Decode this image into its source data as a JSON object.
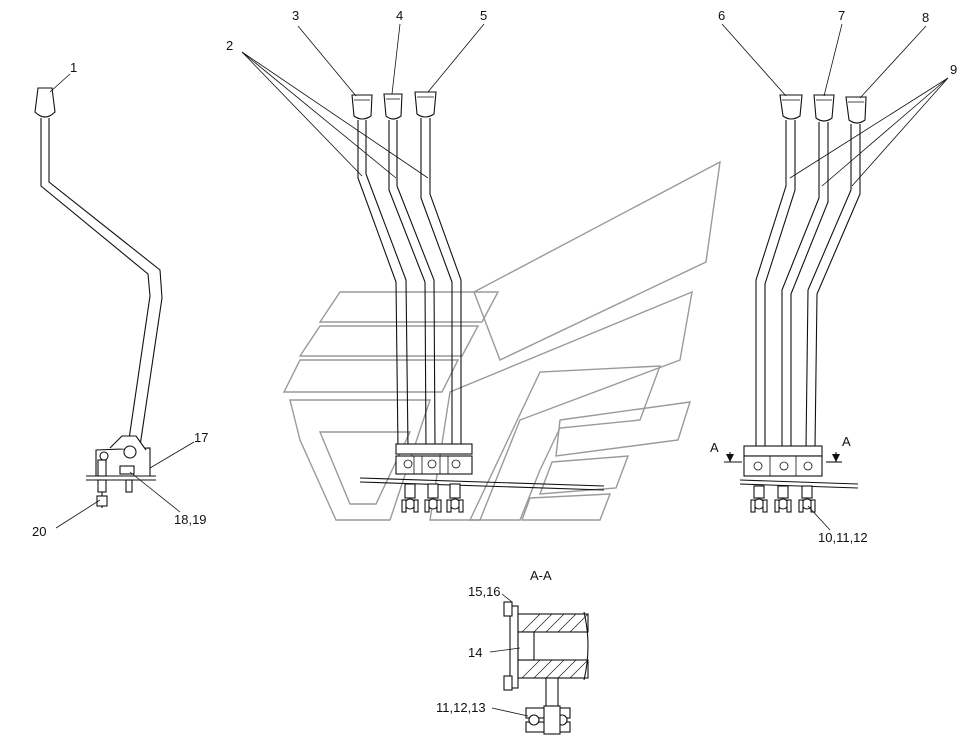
{
  "callouts": {
    "c1": "1",
    "c2": "2",
    "c3": "3",
    "c4": "4",
    "c5": "5",
    "c6": "6",
    "c7": "7",
    "c8": "8",
    "c9": "9",
    "c10_12": "10,11,12",
    "c11_13": "11,12,13",
    "c14": "14",
    "c15_16": "15,16",
    "c17": "17",
    "c18_19": "18,19",
    "c20": "20"
  },
  "section": {
    "marker_left": "A",
    "marker_right": "A",
    "view_title": "A-A"
  },
  "colors": {
    "line": "#111111",
    "watermark": "#9a9a9a",
    "background": "#ffffff"
  }
}
